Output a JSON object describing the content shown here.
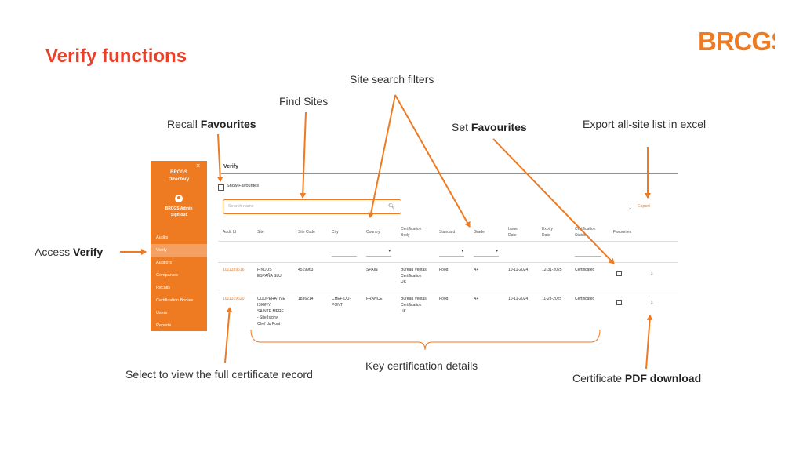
{
  "slide": {
    "title": "Verify functions",
    "accent": "#e8402a",
    "orange": "#ee7a22"
  },
  "logo": {
    "text": "BRCGS"
  },
  "callouts": {
    "site_search_filters": "Site search filters",
    "find_sites": "Find Sites",
    "recall_prefix": "Recall ",
    "recall_bold": "Favourites",
    "set_prefix": "Set ",
    "set_bold": "Favourites",
    "export_excel": "Export all-site list in excel",
    "access_prefix": "Access ",
    "access_bold": "Verify",
    "select_record": "Select to view the full certificate record",
    "key_details": "Key certification details",
    "pdf_prefix": "Certificate ",
    "pdf_bold": "PDF download"
  },
  "app": {
    "sidebar": {
      "close": "×",
      "brand_line1": "BRCGS",
      "brand_line2": "Directory",
      "user_name": "BRCGS Admin",
      "sign_out": "Sign-out",
      "items": [
        "Audits",
        "Verify",
        "Auditors",
        "Companies",
        "Recalls",
        "Certification Bodies",
        "Users",
        "Reports"
      ],
      "active_index": 1
    },
    "main": {
      "title": "Verify",
      "show_favourites": "Show Favourites",
      "search_placeholder": "Search name",
      "export_label": "Export",
      "columns": {
        "audit_id": "Audit Id",
        "site": "Site",
        "site_code": "Site Code",
        "city": "City",
        "country": "Country",
        "cert_body_1": "Certification",
        "cert_body_2": "Body",
        "standard": "Standard",
        "grade": "Grade",
        "issue_1": "Issue",
        "issue_2": "Date",
        "expiry_1": "Expiry",
        "expiry_2": "Date",
        "status_1": "Certification",
        "status_2": "Status",
        "favourites": "Favourites"
      },
      "rows": [
        {
          "audit_id": "1011339616",
          "site_1": "FINDUS",
          "site_2": "ESPAÑA SLU",
          "site_3": "",
          "site_4": "",
          "site_5": "",
          "site_code": "4519963",
          "city_1": "",
          "city_2": "",
          "country": "SPAIN",
          "body_1": "Bureau Veritas",
          "body_2": "Certification",
          "body_3": "UK",
          "standard": "Food",
          "grade": "A+",
          "issue": "10-11-2024",
          "expiry": "12-31-2025",
          "status": "Certificated"
        },
        {
          "audit_id": "1011319620",
          "site_1": "COOPERATIVE",
          "site_2": "ISIGNY",
          "site_3": "SAINTE MERE",
          "site_4": "- Site Isigny",
          "site_5": "Chef du Pont -",
          "site_code": "1836214",
          "city_1": "CHEF-DU-",
          "city_2": "PONT",
          "country": "FRANCE",
          "body_1": "Bureau Veritas",
          "body_2": "Certification",
          "body_3": "UK",
          "standard": "Food",
          "grade": "A+",
          "issue": "10-11-2024",
          "expiry": "11-28-2025",
          "status": "Certificated"
        }
      ]
    }
  }
}
